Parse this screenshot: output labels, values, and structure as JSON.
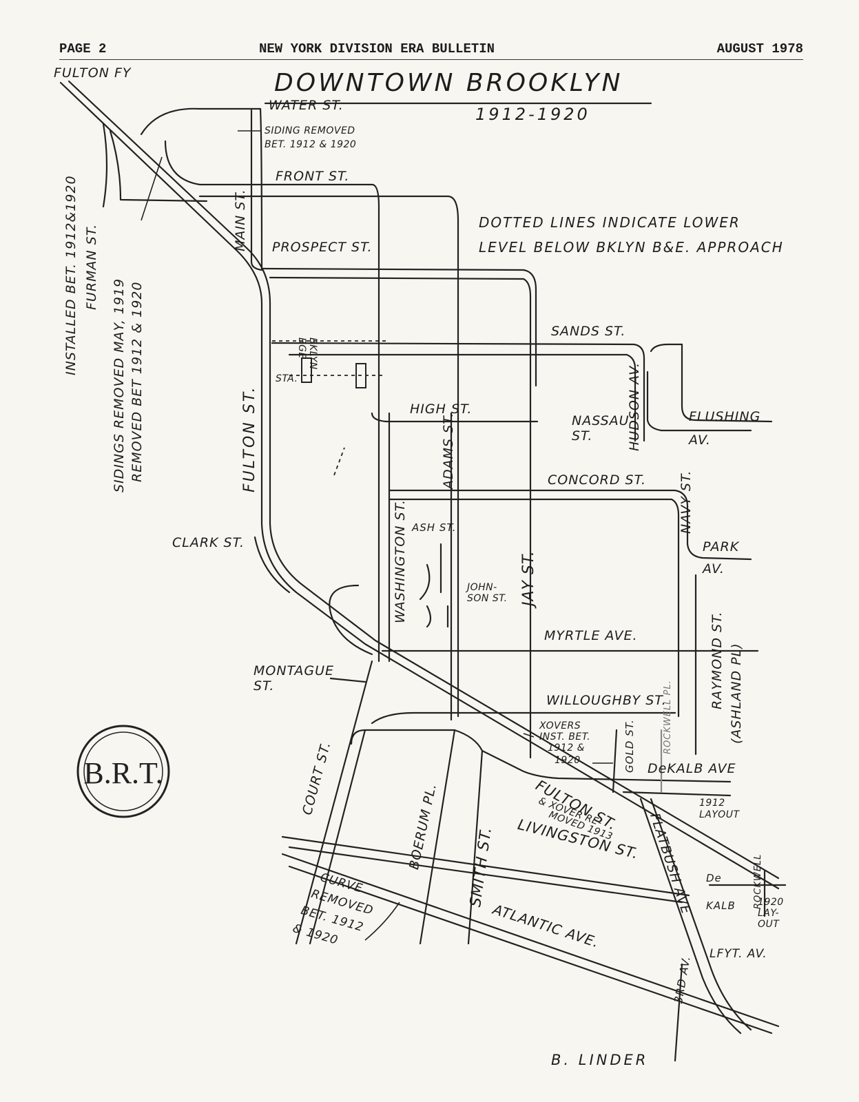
{
  "header": {
    "page": "PAGE 2",
    "publication": "NEW YORK DIVISION ERA BULLETIN",
    "date": "AUGUST 1978"
  },
  "map": {
    "title": "DOWNTOWN BROOKLYN",
    "years": "1912-1920",
    "legend_note_line1": "DOTTED LINES INDICATE LOWER",
    "legend_note_line2": "LEVEL BELOW BKLYN B&E. APPROACH",
    "streets": {
      "fulton_fy": "FULTON FY",
      "water": "WATER ST.",
      "front": "FRONT ST.",
      "prospect": "PROSPECT ST.",
      "main": "MAIN ST.",
      "sands": "SANDS ST.",
      "high": "HIGH ST.",
      "nassau": "NASSAU ST.",
      "hudson": "HUDSON AV.",
      "flushing": "FLUSHING AV.",
      "fulton": "FULTON ST.",
      "adams": "ADAMS ST.",
      "washington": "WASHINGTON ST.",
      "concord": "CONCORD ST.",
      "navy": "NAVY ST.",
      "ash": "ASH ST.",
      "jay": "JAY ST.",
      "johnson": "JOHN-SON ST.",
      "park": "PARK AV.",
      "raymond": "RAYMOND ST.",
      "ashland": "(ASHLAND PL)",
      "clark": "CLARK ST.",
      "myrtle": "MYRTLE AVE.",
      "montague": "MONTAGUE ST.",
      "willoughby": "WILLOUGHBY ST.",
      "court": "COURT ST.",
      "boerum": "BOERUM PL.",
      "smith": "SMITH ST.",
      "fulton_lower": "FULTON ST.",
      "livingston": "LIVINGSTON ST.",
      "gold": "GOLD ST.",
      "rockwell": "ROCKWELL PL.",
      "dekalb": "DeKALB AVE",
      "flatbush": "FLATBUSH AVE",
      "third": "3RD AV.",
      "atlantic": "ATLANTIC AVE.",
      "lfyt": "LFYT. AV.",
      "dekalb2": "De KALB",
      "rockwell2": "ROCKWELL"
    },
    "annotations": {
      "installed": "INSTALLED BET. 1912&1920",
      "furman": "FURMAN ST.",
      "sidings_removed": "SIDINGS REMOVED MAY, 1919",
      "removed_bet": "REMOVED BET 1912 & 1920",
      "siding_removed_l1": "SIDING REMOVED",
      "siding_removed_l2": "BET. 1912 & 1920",
      "bklyn_bge": "BKLYN BGE",
      "sta": "STA.",
      "xovers_l1": "XOVERS",
      "xovers_l2": "INST. BET.",
      "xovers_l3": "1912 &",
      "xovers_l4": "1920",
      "xover_moved_l1": "& XOVER RE-",
      "xover_moved_l2": "MOVED 1913",
      "layout_1912_l1": "1912",
      "layout_1912_l2": "LAYOUT",
      "layout_1920_l1": "1920",
      "layout_1920_l2": "LAY-",
      "layout_1920_l3": "OUT",
      "curve_l1": "CURVE",
      "curve_l2": "REMOVED",
      "curve_l3": "BET. 1912",
      "curve_l4": "& 1920"
    },
    "logo_text": "B.R.T.",
    "credit": "B. LINDER"
  }
}
